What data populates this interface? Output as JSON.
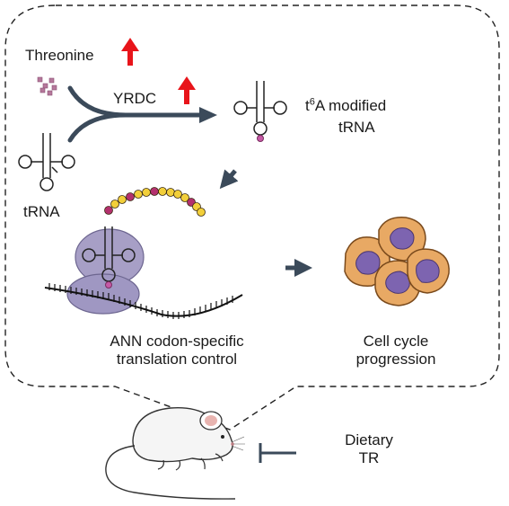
{
  "labels": {
    "threonine": "Threonine",
    "yrdc": "YRDC",
    "t6a_sup": "6",
    "t6a_prefix": "t",
    "t6a_rest": "A modified",
    "t6a_line2": "tRNA",
    "trna": "tRNA",
    "ann_line1": "ANN codon-specific",
    "ann_line2": "translation control",
    "cell_line1": "Cell cycle",
    "cell_line2": "progression",
    "dietary_line1": "Dietary",
    "dietary_line2": "TR"
  },
  "colors": {
    "up_arrow": "#e8141a",
    "dark_arrow": "#3b4a5a",
    "dashed_border": "#222222",
    "ribosome": "#a79fc6",
    "cell": "#e8a964",
    "nucleus": "#7d64b0",
    "bead_magenta": "#b3306e",
    "bead_yellow": "#f2cf3a",
    "threonine_dots": "#b5789b",
    "mouse_ear": "#e8b4b0"
  },
  "icons": [
    "up-arrow-icon",
    "trna-icon",
    "ribosome-icon",
    "cell-icon",
    "mouse-icon",
    "inhibit-icon"
  ]
}
